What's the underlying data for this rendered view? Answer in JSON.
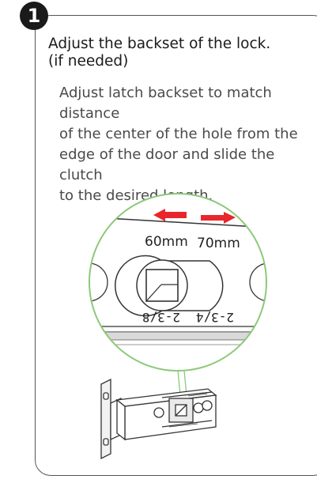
{
  "step": {
    "number": "1",
    "title": "Adjust the backset of the lock.\n(if needed)",
    "body": "Adjust latch backset to match distance\nof the center of the hole from the\nedge of the door and slide the clutch\nto the desired length."
  },
  "figure": {
    "label_60mm": "60mm",
    "label_70mm": "70mm",
    "label_2_3_8": "2-3/8",
    "label_2_3_4": "2-3/4",
    "arrow_color": "#e8262b",
    "circle_color": "#8cc979"
  }
}
